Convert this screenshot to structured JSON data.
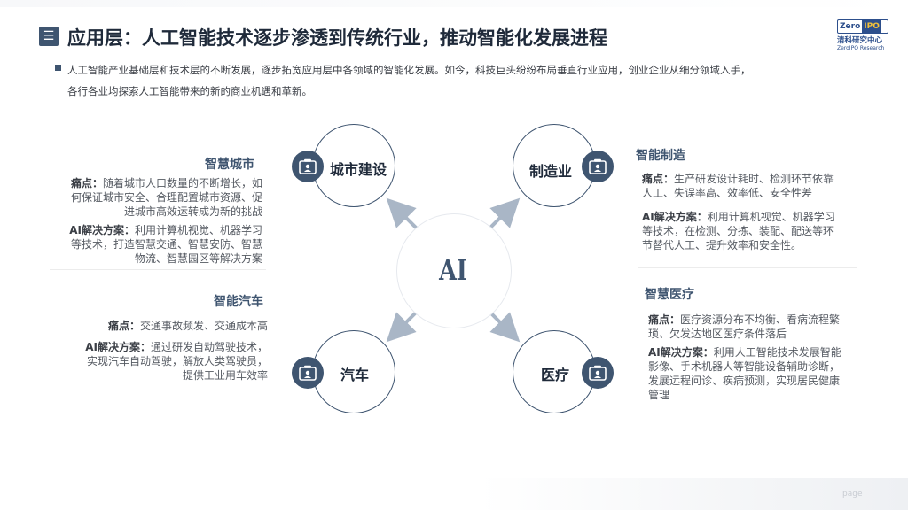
{
  "header": {
    "title": "应用层：人工智能技术逐步渗透到传统行业，推动智能化发展进程",
    "logo": {
      "brand": "ZeroIPO",
      "cn": "清科研究中心",
      "en": "ZeroIPO Research"
    }
  },
  "intro": {
    "line1": "人工智能产业基础层和技术层的不断发展，逐步拓宽应用层中各领域的智能化发展。如今，科技巨头纷纷布局垂直行业应用，创业企业从细分领域入手，",
    "line2": "各行各业均探索人工智能带来的新的商业机遇和革新。"
  },
  "center": {
    "label": "AI"
  },
  "nodes": {
    "city": {
      "label": "城市建设"
    },
    "manufacturing": {
      "label": "制造业"
    },
    "auto": {
      "label": "汽车"
    },
    "medical": {
      "label": "医疗"
    }
  },
  "sections": {
    "smart_city": {
      "title": "智慧城市",
      "pain_label": "痛点：",
      "pain_lines": [
        "随着城市人口数量的不断增长，如",
        "何保证城市安全、合理配置城市资源、促",
        "进城市高效运转成为新的挑战"
      ],
      "solution_label": "AI解决方案：",
      "solution_lines": [
        "利用计算机视觉、机器学习",
        "等技术，打造智慧交通、智慧安防、智慧",
        "物流、智慧园区等解决方案"
      ]
    },
    "smart_auto": {
      "title": "智能汽车",
      "pain_label": "痛点：",
      "pain": "交通事故频发、交通成本高",
      "solution_label": "AI解决方案：",
      "solution_lines": [
        "通过研发自动驾驶技术，",
        "实现汽车自动驾驶，解放人类驾驶员，",
        "提供工业用车效率"
      ]
    },
    "smart_manufacturing": {
      "title": "智能制造",
      "pain_label": "痛点：",
      "pain_lines": [
        "生产研发设计耗时、检测环节依靠",
        "人工、失误率高、效率低、安全性差"
      ],
      "solution_label": "AI解决方案：",
      "solution_lines": [
        "利用计算机视觉、机器学习",
        "等技术，在检测、分拣、装配、配送等环",
        "节替代人工、提升效率和安全性。"
      ]
    },
    "smart_medical": {
      "title": "智慧医疗",
      "pain_label": "痛点：",
      "pain_lines": [
        "医疗资源分布不均衡、看病流程繁",
        "琐、欠发达地区医疗条件落后"
      ],
      "solution_label": "AI解决方案：",
      "solution_lines": [
        "利用人工智能技术发展智能",
        "影像、手术机器人等智能设备辅助诊断，",
        "发展远程问诊、疾病预测，实现居民健康",
        "管理"
      ]
    }
  },
  "footer": {
    "page": "page"
  },
  "colors": {
    "accent": "#3f5570",
    "arrow": "#a9b6c6",
    "title": "#1f2a3a"
  },
  "icons": {
    "header": "menu-lines-icon",
    "node": "id-card-icon",
    "arrows": "diagonal-arrow-icon"
  }
}
